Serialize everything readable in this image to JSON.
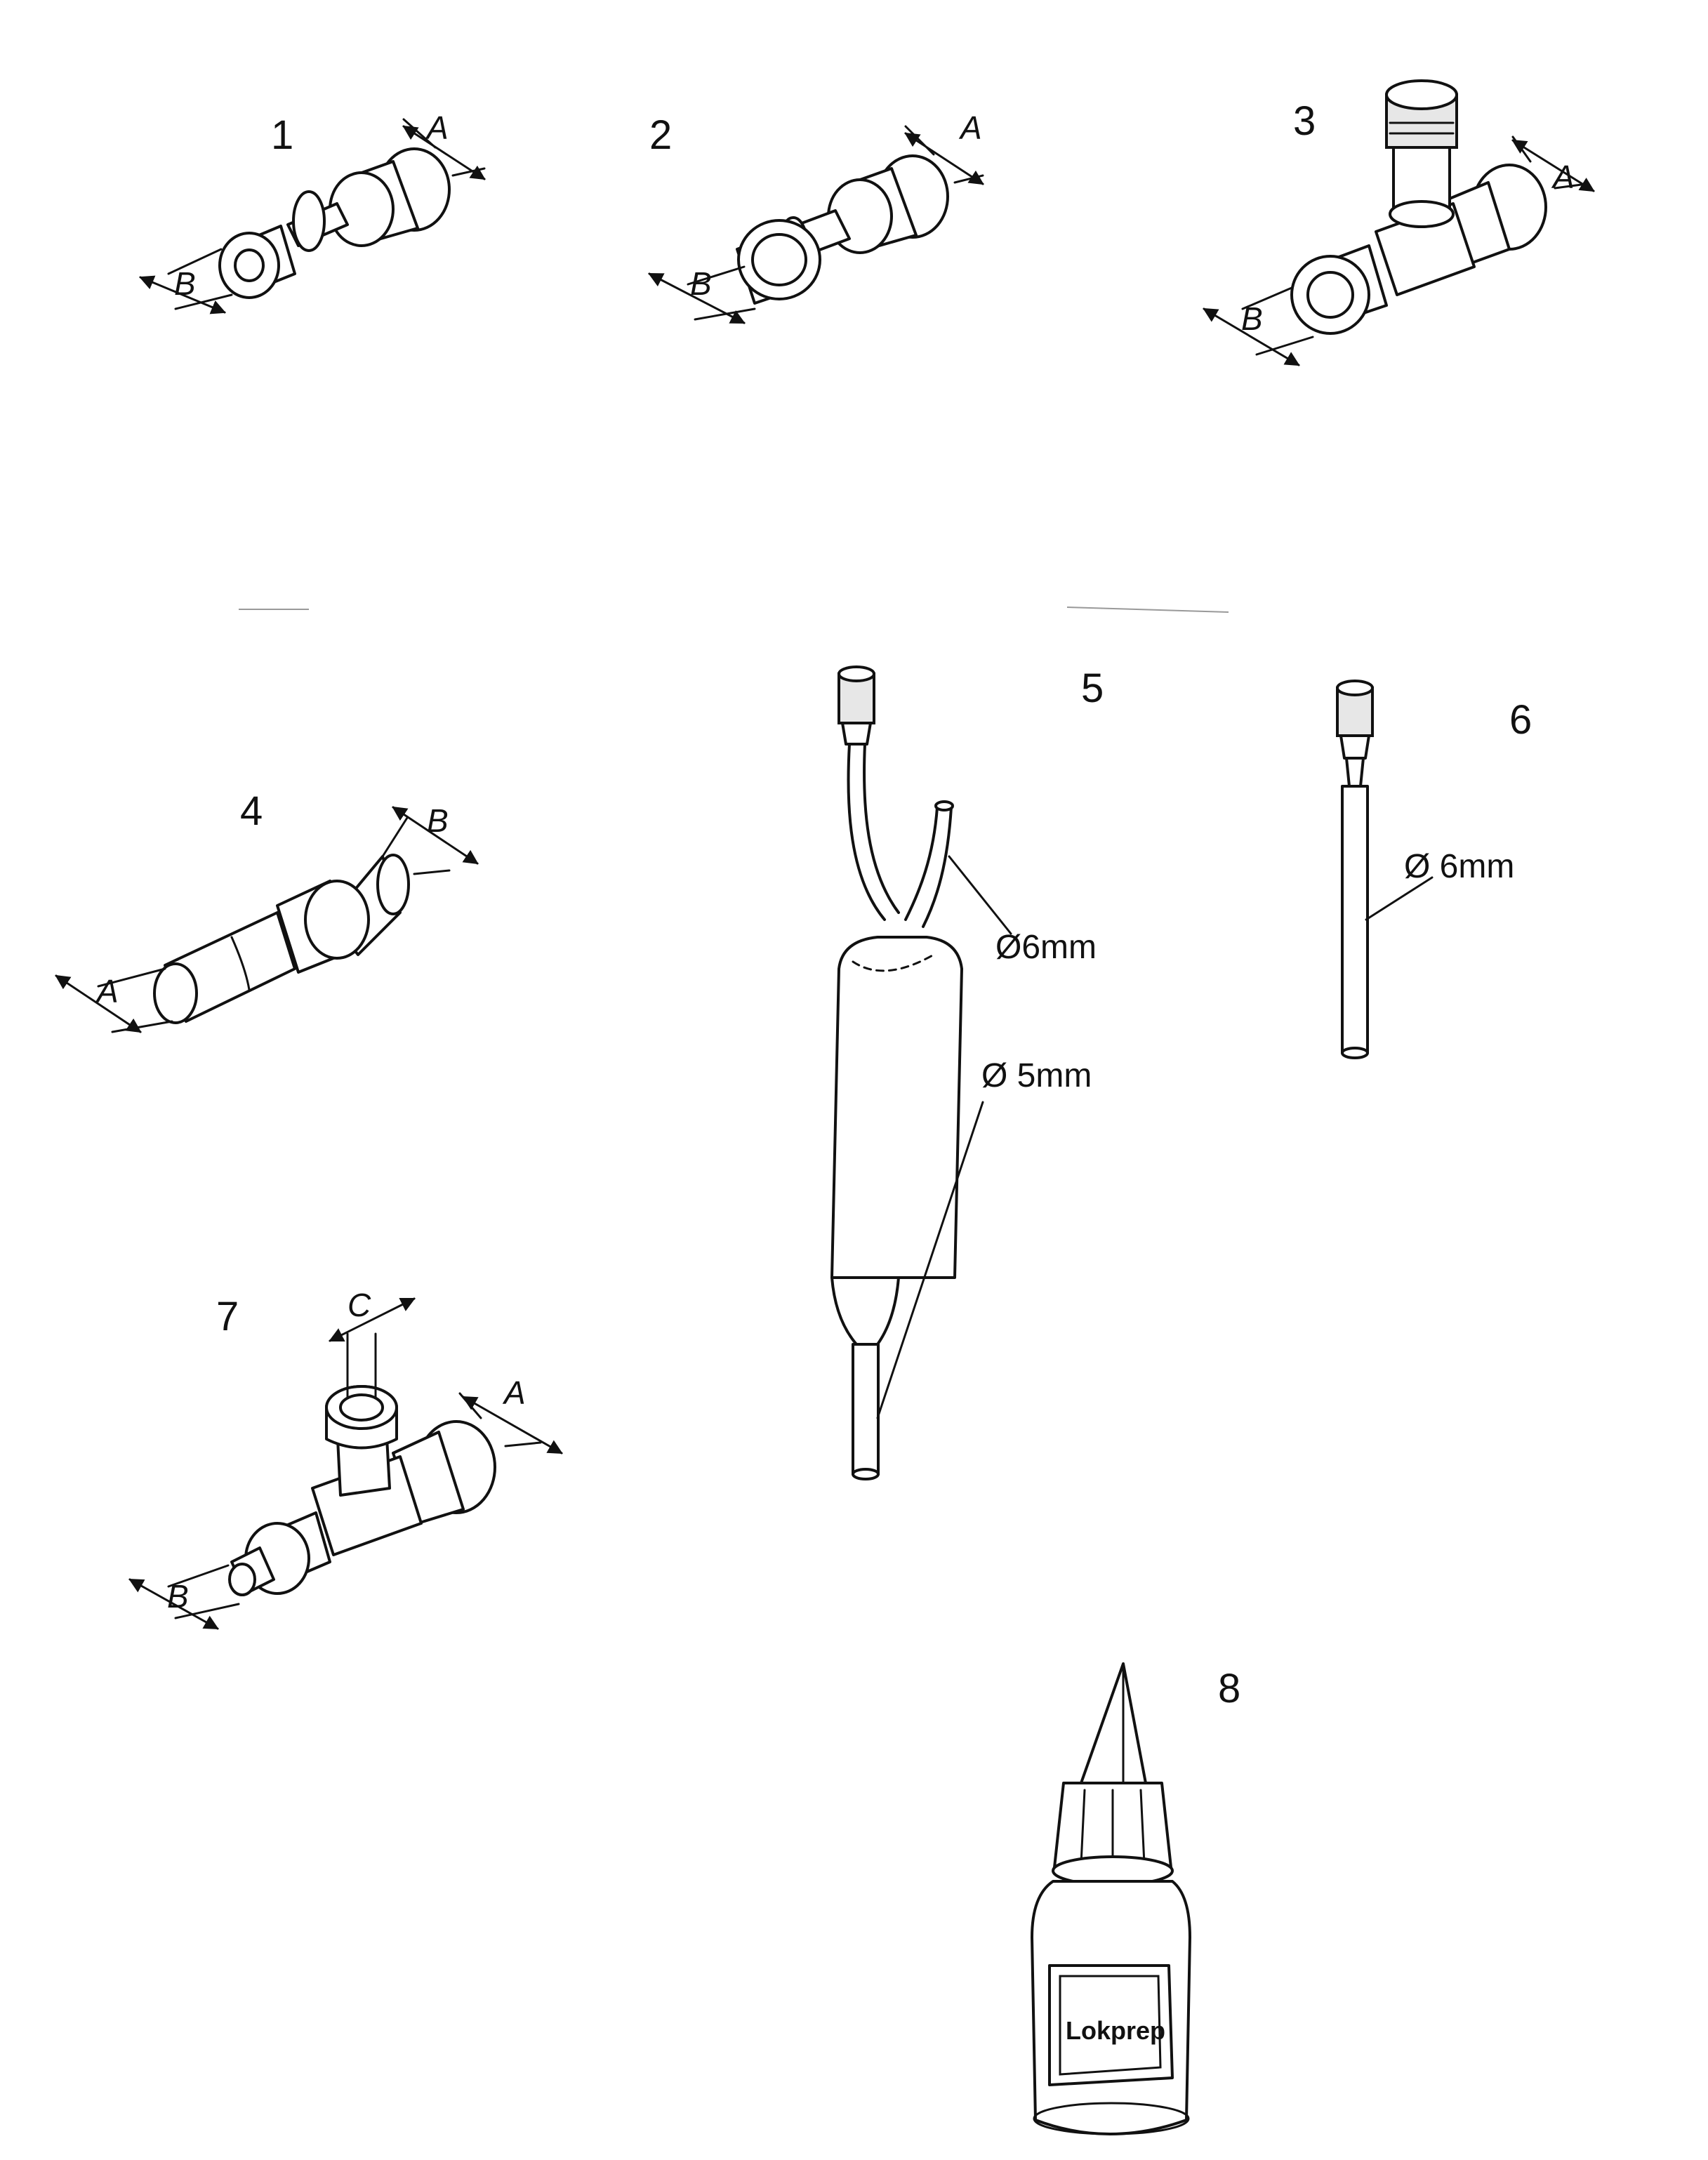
{
  "labels": {
    "item1": "1",
    "item2": "2",
    "item3": "3",
    "item4": "4",
    "item5": "5",
    "item6": "6",
    "item7": "7",
    "item8": "8"
  },
  "dims": {
    "a": "A",
    "b": "B",
    "c": "C"
  },
  "diameters": {
    "d6": "Ø6mm",
    "d5": "Ø 5mm",
    "d6b": "Ø 6mm"
  },
  "bottle_brand": "Lokprep"
}
